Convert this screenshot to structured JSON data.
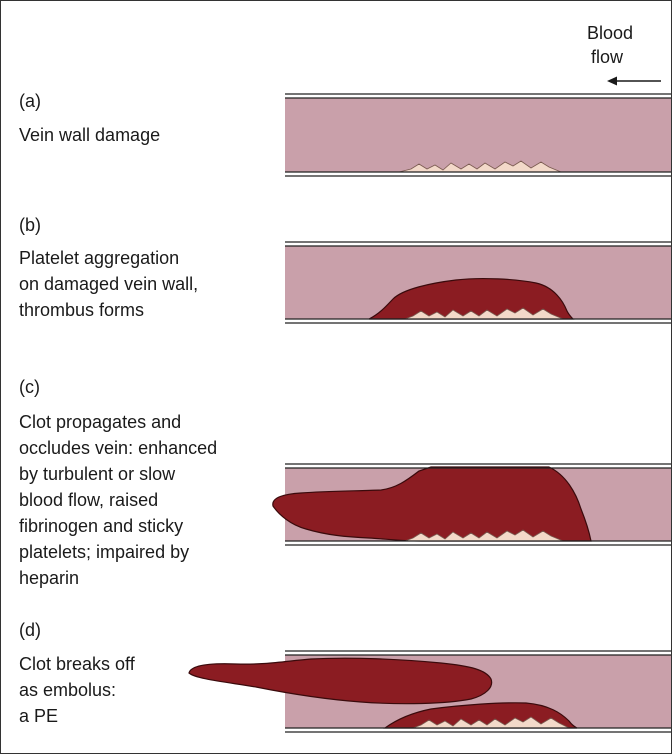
{
  "flow_label": [
    "Blood",
    "flow"
  ],
  "panels": [
    {
      "letter": "(a)",
      "caption": [
        "Vein wall damage"
      ]
    },
    {
      "letter": "(b)",
      "caption": [
        "Platelet aggregation",
        "on damaged vein wall,",
        "thrombus forms"
      ]
    },
    {
      "letter": "(c)",
      "caption": [
        "Clot propagates and",
        "occludes vein: enhanced",
        "by turbulent or slow",
        "blood flow, raised",
        "fibrinogen and sticky",
        "platelets; impaired by",
        "heparin"
      ]
    },
    {
      "letter": "(d)",
      "caption": [
        "Clot breaks off",
        "as embolus:",
        "a PE"
      ]
    }
  ],
  "colors": {
    "vessel_lumen": "#c9a0aa",
    "vessel_wall": "#222222",
    "damage": "#f3d9c9",
    "clot": "#8b1c22",
    "clot_edge": "#3a0a0c"
  }
}
